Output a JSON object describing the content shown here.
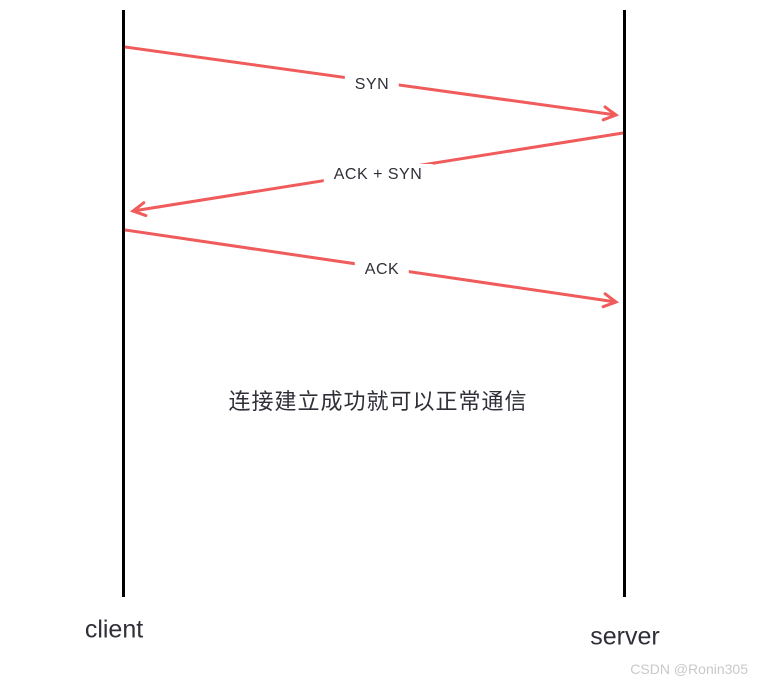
{
  "diagram": {
    "type": "sequence",
    "note": "连接建立成功就可以正常通信",
    "actors": [
      {
        "id": "client",
        "label": "client"
      },
      {
        "id": "server",
        "label": "server"
      }
    ],
    "messages": [
      {
        "label": "SYN",
        "from": "client",
        "to": "server"
      },
      {
        "label": "ACK + SYN",
        "from": "server",
        "to": "client"
      },
      {
        "label": "ACK",
        "from": "client",
        "to": "server"
      }
    ],
    "colors": {
      "arrow": "#f05b5b",
      "lifeline": "#000000",
      "text": "#2f2f38"
    }
  },
  "watermark": "CSDN @Ronin305"
}
